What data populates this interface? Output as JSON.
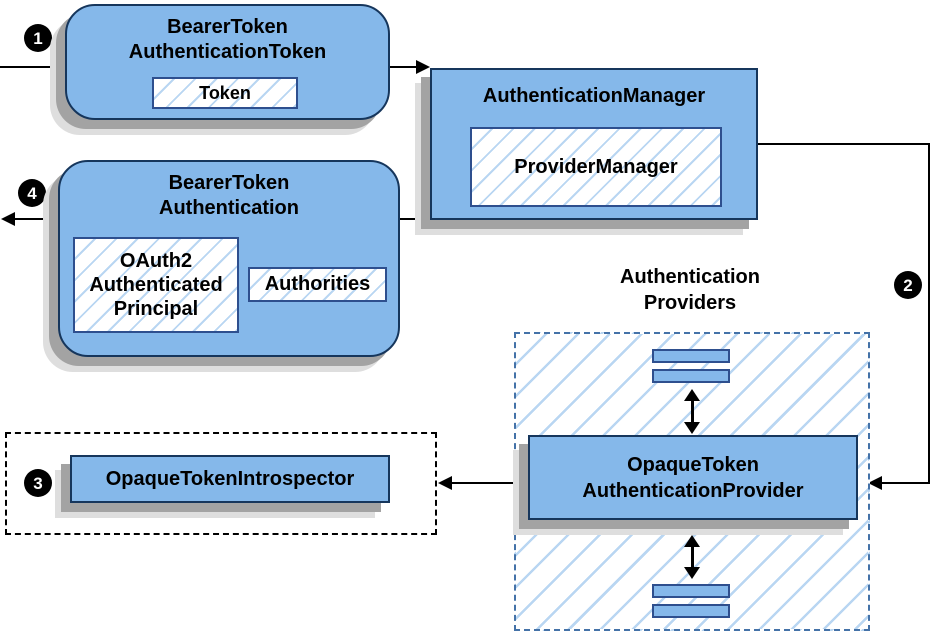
{
  "colors": {
    "node_fill": "#85b8ea",
    "node_border": "#16365c",
    "inner_border": "#2e4f8e",
    "hatch_line": "#b9d6f2",
    "providers_border": "#4472a8",
    "connector": "#000000",
    "shadow_dark": "#a3a3a3",
    "shadow_light": "#dedede"
  },
  "steps": {
    "one": "1",
    "two": "2",
    "three": "3",
    "four": "4"
  },
  "nodes": {
    "bearer_token_authentication_token": {
      "lines": [
        "BearerToken",
        "AuthenticationToken"
      ],
      "token": "Token"
    },
    "authentication_manager": {
      "label": "AuthenticationManager",
      "provider_manager": "ProviderManager"
    },
    "bearer_token_authentication": {
      "lines": [
        "BearerToken",
        "Authentication"
      ],
      "principal_lines": [
        "OAuth2",
        "Authenticated",
        "Principal"
      ],
      "authorities": "Authorities"
    },
    "authentication_providers": {
      "title_lines": [
        "Authentication",
        "Providers"
      ]
    },
    "opaque_token_authentication_provider": {
      "lines": [
        "OpaqueToken",
        "AuthenticationProvider"
      ]
    },
    "opaque_token_introspector": {
      "label": "OpaqueTokenIntrospector"
    }
  }
}
